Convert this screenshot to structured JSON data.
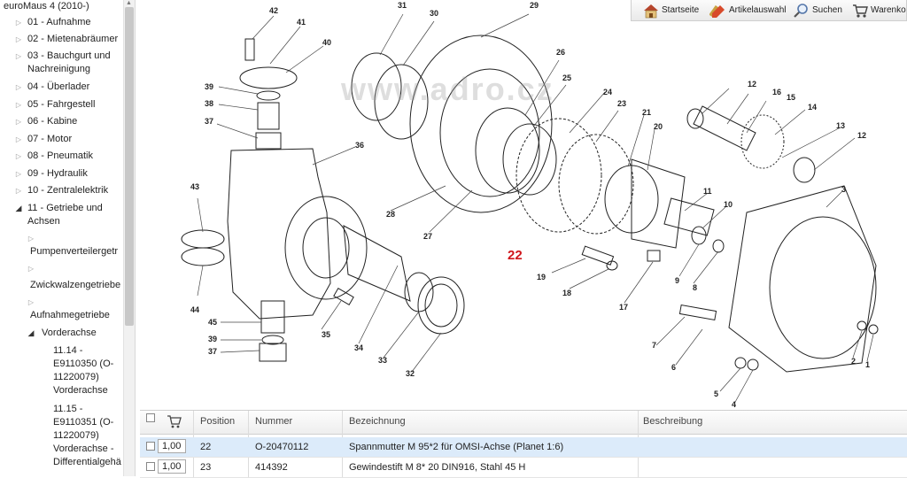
{
  "tree": {
    "root": "euroMaus 4 (2010-)",
    "items": [
      {
        "label": "01 - Aufnahme",
        "state": "closed"
      },
      {
        "label": "02 - Mietenabräumer",
        "state": "closed"
      },
      {
        "label": "03 - Bauchgurt und",
        "label2": "Nachreinigung",
        "state": "closed"
      },
      {
        "label": "04 - Überlader",
        "state": "closed"
      },
      {
        "label": "05 - Fahrgestell",
        "state": "closed"
      },
      {
        "label": "06 - Kabine",
        "state": "closed"
      },
      {
        "label": "07 - Motor",
        "state": "closed"
      },
      {
        "label": "08 - Pneumatik",
        "state": "closed"
      },
      {
        "label": "09 - Hydraulik",
        "state": "closed"
      },
      {
        "label": "10 - Zentralelektrik",
        "state": "closed"
      },
      {
        "label": "11 - Getriebe und",
        "label2": "Achsen",
        "state": "open"
      }
    ],
    "sub": [
      {
        "label": "Pumpenverteilergetr"
      },
      {
        "label": "Zwickwalzengetriebe"
      },
      {
        "label": "Aufnahmegetriebe"
      },
      {
        "label": "Vorderachse"
      }
    ],
    "leaves": [
      {
        "l1": "11.14 -",
        "l2": "E9110350 (O-",
        "l3": "11220079)",
        "l4": "Vorderachse"
      },
      {
        "l1": "11.15 -",
        "l2": "E9110351 (O-",
        "l3": "11220079)",
        "l4": "Vorderachse -",
        "l5": "Differentialgehä"
      }
    ]
  },
  "toolbar": {
    "home": "Startseite",
    "articles": "Artikelauswahl",
    "search": "Suchen",
    "cart": "Warenko"
  },
  "diagram": {
    "watermark": "www.adro.cz",
    "highlight": "22",
    "callouts": [
      "42",
      "41",
      "40",
      "39",
      "38",
      "37",
      "36",
      "43",
      "44",
      "45",
      "39",
      "37",
      "31",
      "30",
      "29",
      "26",
      "25",
      "24",
      "23",
      "21",
      "20",
      "28",
      "27",
      "22",
      "19",
      "18",
      "17",
      "12",
      "16",
      "15",
      "14",
      "13",
      "12",
      "11",
      "10",
      "9",
      "8",
      "3",
      "7",
      "6",
      "5",
      "4",
      "2",
      "1",
      "35",
      "34",
      "33",
      "32"
    ]
  },
  "table": {
    "headers": {
      "position": "Position",
      "nummer": "Nummer",
      "bezeichnung": "Bezeichnung",
      "beschreibung": "Beschreibung"
    },
    "rows": [
      {
        "qty": "1,00",
        "position": "22",
        "nummer": "O-20470112",
        "bezeichnung": "Spannmutter M 95*2 für OMSI-Achse (Planet 1:6)",
        "beschreibung": ""
      },
      {
        "qty": "1,00",
        "position": "23",
        "nummer": "414392",
        "bezeichnung": "Gewindestift M 8* 20 DIN916, Stahl 45 H",
        "beschreibung": ""
      }
    ]
  }
}
